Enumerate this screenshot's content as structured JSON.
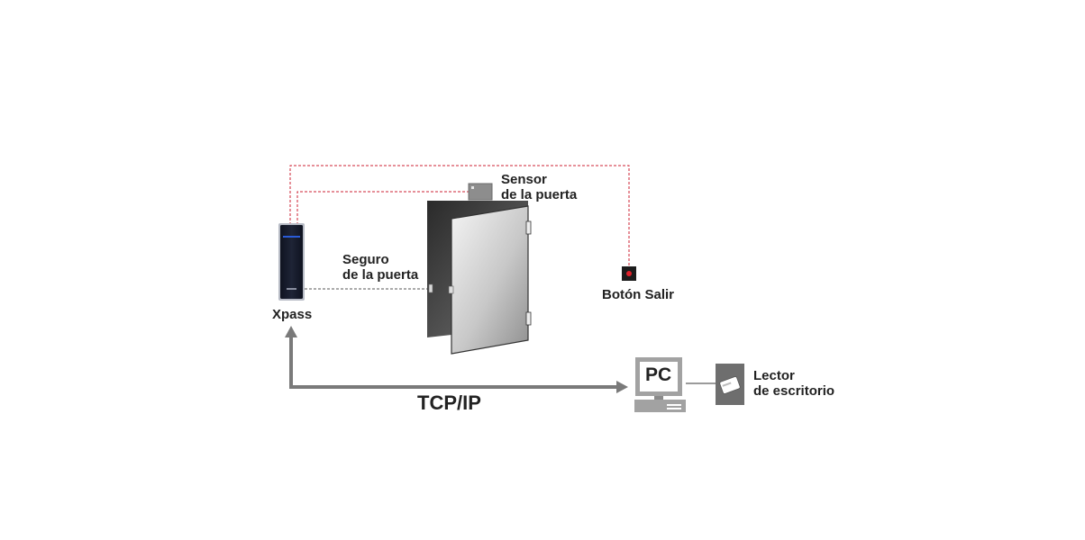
{
  "diagram": {
    "labels": {
      "sensor_line1": "Sensor",
      "sensor_line2": "de la puerta",
      "lock_line1": "Seguro",
      "lock_line2": "de la puerta",
      "exit_button": "Botón Salir",
      "reader": "Xpass",
      "network": "TCP/IP",
      "pc": "PC",
      "desktop_reader_line1": "Lector",
      "desktop_reader_line2": "de escritorio"
    },
    "colors": {
      "wiring": "#cc2233",
      "network_arrow": "#7a7a7a",
      "reader_led": "#2a5bd7",
      "exit_button_led": "#e0202a"
    }
  }
}
